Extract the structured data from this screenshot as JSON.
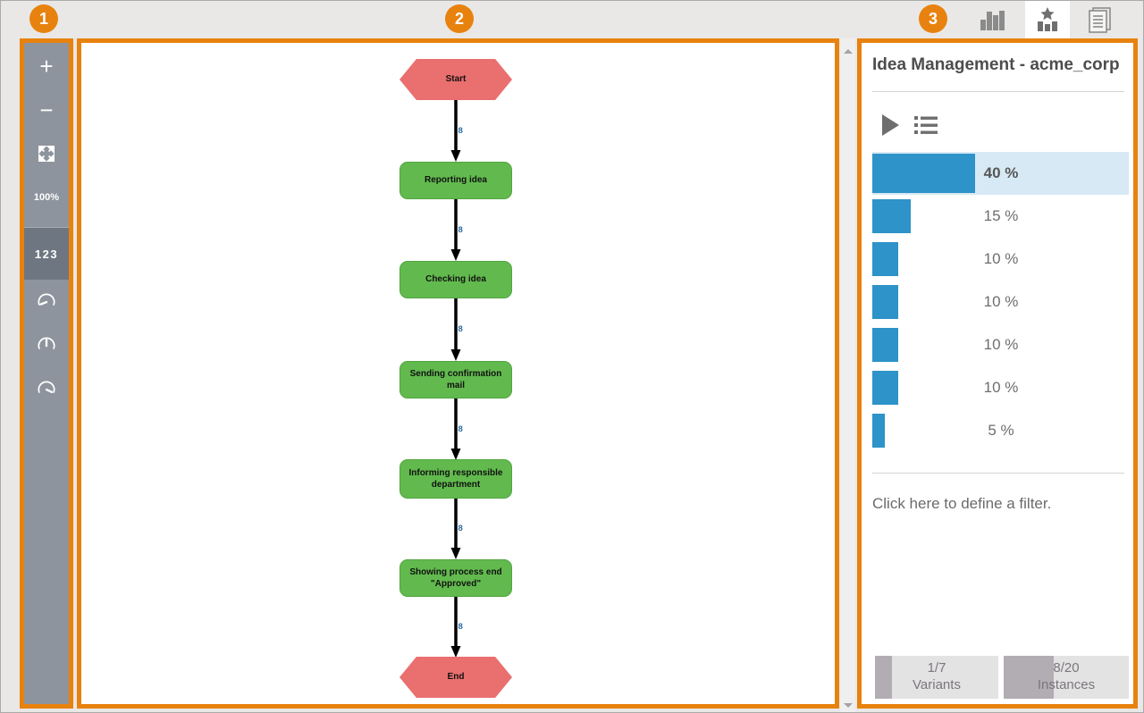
{
  "annotations": {
    "marker1": "1",
    "marker2": "2",
    "marker3": "3"
  },
  "topbar": {
    "icons": [
      {
        "name": "bar-chart-icon",
        "selected": false
      },
      {
        "name": "favorite-analysis-icon",
        "selected": true
      },
      {
        "name": "reports-icon",
        "selected": false
      }
    ]
  },
  "toolbar": {
    "zoom_in_label": "+",
    "zoom_out_label": "−",
    "zoom_level": "100%",
    "frequency_label": "123",
    "gauges": [
      "gauge-needle-left-icon",
      "gauge-needle-middle-icon",
      "gauge-needle-right-icon"
    ]
  },
  "flowchart": {
    "nodes": [
      {
        "label": "Start",
        "type": "event",
        "color": "#ea6f6f"
      },
      {
        "label": "Reporting idea",
        "type": "activity",
        "color": "#62ba4e"
      },
      {
        "label": "Checking idea",
        "type": "activity",
        "color": "#62ba4e"
      },
      {
        "label": "Sending confirmation mail",
        "type": "activity",
        "color": "#62ba4e"
      },
      {
        "label": "Informing responsible department",
        "type": "activity",
        "color": "#62ba4e"
      },
      {
        "label": "Showing process end \"Approved\"",
        "type": "activity",
        "color": "#62ba4e"
      },
      {
        "label": "End",
        "type": "event",
        "color": "#ea6f6f"
      }
    ],
    "edges": [
      {
        "label": "8"
      },
      {
        "label": "8"
      },
      {
        "label": "8"
      },
      {
        "label": "8"
      },
      {
        "label": "8"
      },
      {
        "label": "8"
      }
    ]
  },
  "panel": {
    "title": "Idea Management - acme_corp",
    "icons": [
      "play-icon",
      "variant-list-icon"
    ],
    "variants": [
      {
        "pct": 40,
        "label": "40 %",
        "selected": true
      },
      {
        "pct": 15,
        "label": "15 %",
        "selected": false
      },
      {
        "pct": 10,
        "label": "10 %",
        "selected": false
      },
      {
        "pct": 10,
        "label": "10 %",
        "selected": false
      },
      {
        "pct": 10,
        "label": "10 %",
        "selected": false
      },
      {
        "pct": 10,
        "label": "10 %",
        "selected": false
      },
      {
        "pct": 5,
        "label": "5 %",
        "selected": false
      }
    ],
    "filter_text": "Click here to define a filter.",
    "stats": [
      {
        "value": "1/7",
        "label": "Variants",
        "fill_pct": 14
      },
      {
        "value": "8/20",
        "label": "Instances",
        "fill_pct": 40
      }
    ]
  },
  "colors": {
    "accent_orange": "#e8820e",
    "sidebar_gray": "#8d949d",
    "node_green": "#62ba4e",
    "node_red": "#ea6f6f",
    "bar_blue": "#2d93c8",
    "row_highlight": "#d7e9f4"
  }
}
